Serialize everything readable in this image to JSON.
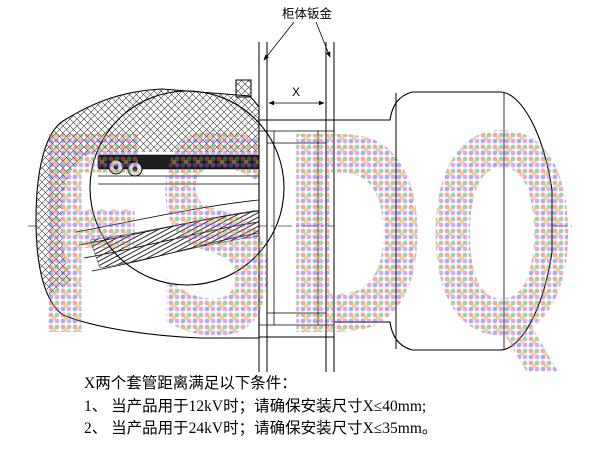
{
  "drawing": {
    "annotation_label": "柜体钣金",
    "dimension_label": "X",
    "watermark_text": "FSDQ"
  },
  "notes": {
    "intro": "X两个套管距离满足以下条件：",
    "item1": "1、 当产品用于12kV时；请确保安装尺寸X≤40mm;",
    "item2": "2、 当产品用于24kV时；请确保安装尺寸X≤35mm。"
  },
  "colors": {
    "line": "#000000",
    "background": "#ffffff",
    "wm1": "#e05555",
    "wm2": "#4aa757",
    "wm3": "#4f66d6",
    "wm4": "#cf52cf",
    "wm5": "#e2a93e"
  }
}
